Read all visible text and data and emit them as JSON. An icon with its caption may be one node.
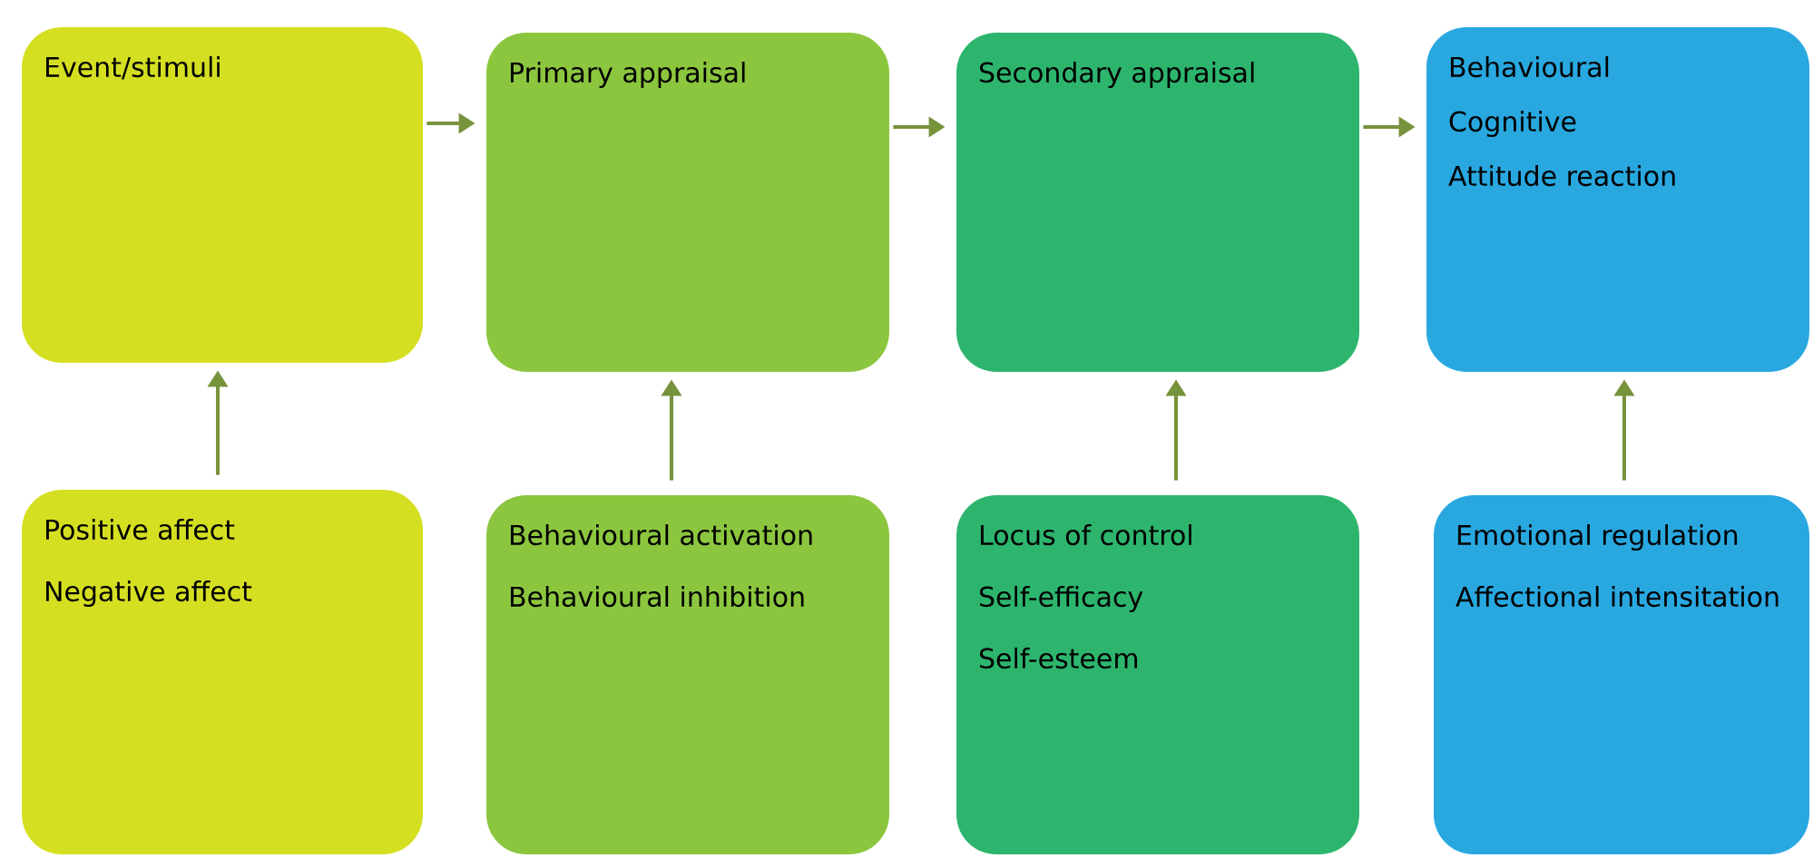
{
  "diagram": {
    "nodes": [
      {
        "text": [
          "Event/stimuli"
        ]
      },
      {
        "text": [
          "Primary appraisal"
        ]
      },
      {
        "text": [
          "Secondary appraisal"
        ]
      },
      {
        "text": [
          "Behavioural",
          "Cognitive",
          "Attitude reaction"
        ]
      },
      {
        "text": [
          "Positive affect",
          "Negative affect"
        ]
      },
      {
        "text": [
          "Behavioural activation",
          "Behavioural inhibition"
        ]
      },
      {
        "text": [
          "Locus of control",
          "Self-efficacy",
          "Self-esteem"
        ]
      },
      {
        "text": [
          "Emotional regulation",
          "Affectional intensitation"
        ]
      }
    ],
    "edges": [
      {
        "from": 0,
        "to": 1,
        "arrow": "to"
      },
      {
        "from": 1,
        "to": 2,
        "arrow": "to"
      },
      {
        "from": 2,
        "to": 3,
        "arrow": "to"
      },
      {
        "from": 4,
        "to": 0,
        "arrow": "to"
      },
      {
        "from": 5,
        "to": 1,
        "arrow": "to"
      },
      {
        "from": 6,
        "to": 2,
        "arrow": "to"
      },
      {
        "from": 7,
        "to": 3,
        "arrow": "to"
      }
    ]
  }
}
